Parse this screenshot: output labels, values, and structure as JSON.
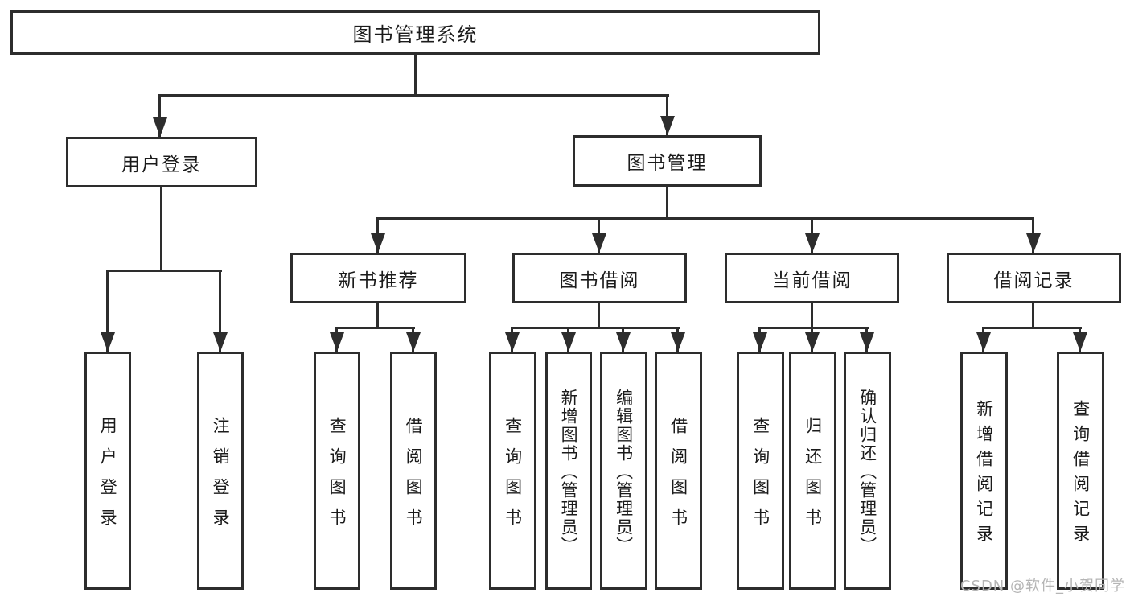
{
  "tree": {
    "root": {
      "label": "图书管理系统",
      "children": [
        {
          "label": "用户登录",
          "children": [
            {
              "label": "用户登录"
            },
            {
              "label": "注销登录"
            }
          ]
        },
        {
          "label": "图书管理",
          "children": [
            {
              "label": "新书推荐",
              "children": [
                {
                  "label": "查询图书"
                },
                {
                  "label": "借阅图书"
                }
              ]
            },
            {
              "label": "图书借阅",
              "children": [
                {
                  "label": "查询图书"
                },
                {
                  "label": "新增图书（管理员）"
                },
                {
                  "label": "编辑图书（管理员）"
                },
                {
                  "label": "借阅图书"
                }
              ]
            },
            {
              "label": "当前借阅",
              "children": [
                {
                  "label": "查询图书"
                },
                {
                  "label": "归还图书"
                },
                {
                  "label": "确认归还（管理员）"
                }
              ]
            },
            {
              "label": "借阅记录",
              "children": [
                {
                  "label": "新增借阅记录"
                },
                {
                  "label": "查询借阅记录"
                }
              ]
            }
          ]
        }
      ]
    }
  },
  "watermark": {
    "text": "CSDN @软件_小贺同学"
  },
  "colors": {
    "line": "#2d2d2d",
    "text": "#1b1b1b",
    "watermark": "#b5b5b5",
    "background": "#ffffff"
  }
}
